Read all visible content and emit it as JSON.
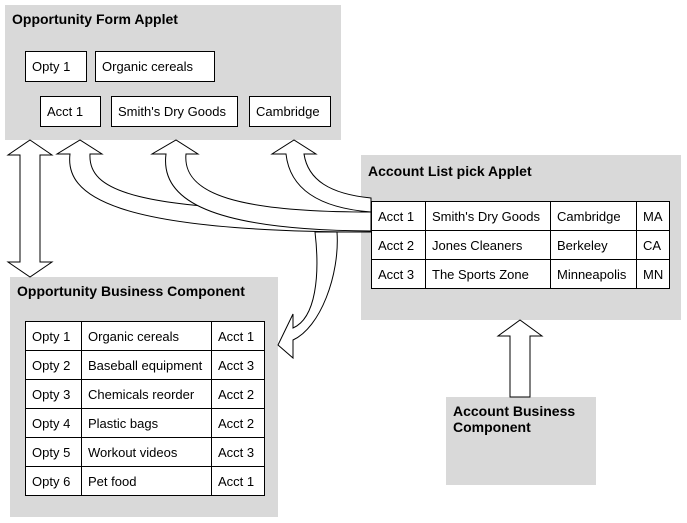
{
  "form_applet": {
    "title": "Opportunity Form Applet",
    "opty_id": "Opty 1",
    "opty_name": "Organic cereals",
    "acct_id": "Acct 1",
    "acct_name": "Smith's Dry Goods",
    "acct_city": "Cambridge"
  },
  "pick_applet": {
    "title": "Account List pick Applet",
    "rows": [
      [
        "Acct 1",
        "Smith's Dry Goods",
        "Cambridge",
        "MA"
      ],
      [
        "Acct 2",
        "Jones Cleaners",
        "Berkeley",
        "CA"
      ],
      [
        "Acct 3",
        "The Sports Zone",
        "Minneapolis",
        "MN"
      ]
    ]
  },
  "opportunity_bc": {
    "title": "Opportunity Business Component",
    "rows": [
      [
        "Opty 1",
        "Organic cereals",
        "Acct 1"
      ],
      [
        "Opty 2",
        "Baseball equipment",
        "Acct 3"
      ],
      [
        "Opty 3",
        "Chemicals reorder",
        "Acct 2"
      ],
      [
        "Opty 4",
        "Plastic bags",
        "Acct 2"
      ],
      [
        "Opty 5",
        "Workout videos",
        "Acct 3"
      ],
      [
        "Opty 6",
        "Pet food",
        "Acct 1"
      ]
    ]
  },
  "account_bc": {
    "title_line1": "Account Business",
    "title_line2": "Component"
  },
  "colors": {
    "panel": "#d9d9d9",
    "border": "#000000",
    "arrow_fill": "#ffffff"
  }
}
